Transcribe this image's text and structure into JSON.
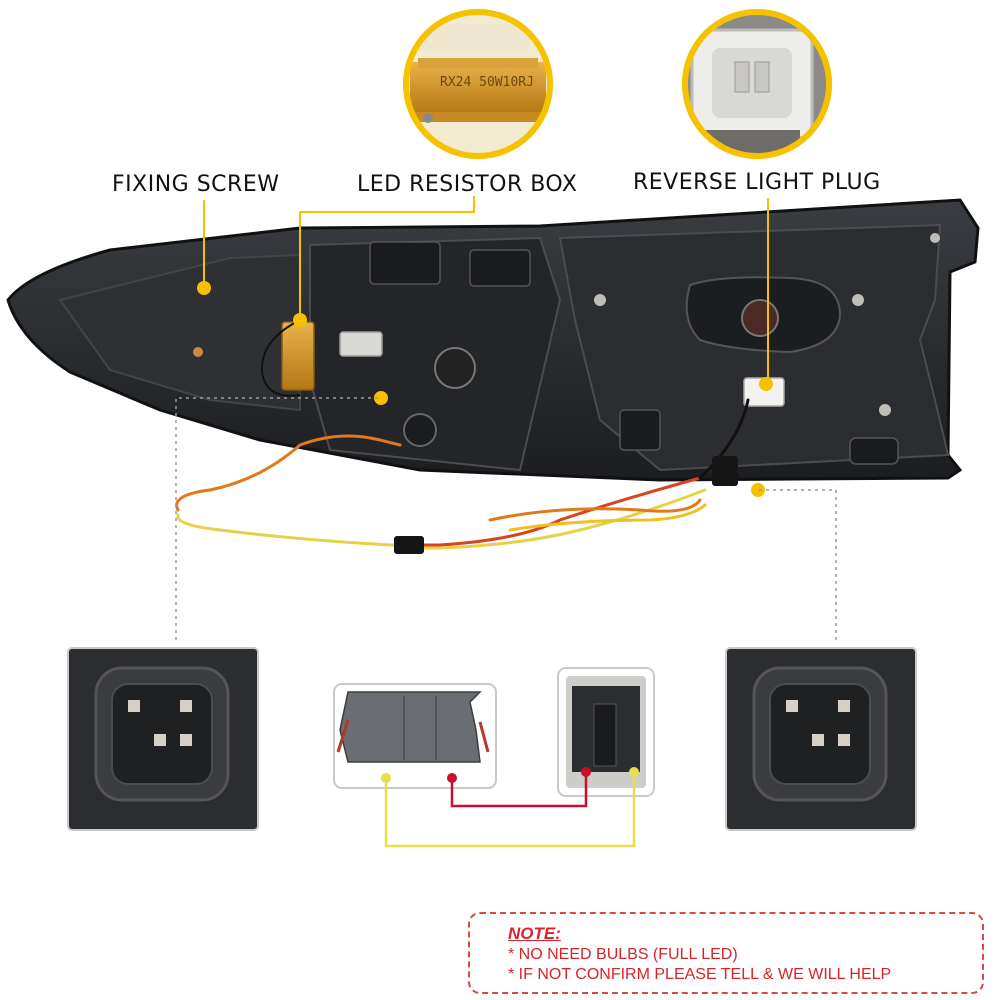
{
  "labels": {
    "fixing_screw": "FIXING SCREW",
    "led_resistor_box": "LED RESISTOR BOX",
    "reverse_light_plug": "REVERSE LIGHT PLUG"
  },
  "resistor_marking": "RX24  50W10RJ",
  "note": {
    "title": "NOTE:",
    "lines": [
      "* NO NEED BULBS (FULL LED)",
      "* IF NOT CONFIRM PLEASE TELL & WE WILL HELP"
    ]
  },
  "colors": {
    "callout_yellow": "#f6c200",
    "wire_red": "#c8102e",
    "wire_yellow": "#e6e04a",
    "note_red": "#d9232a",
    "housing_dark": "#2a2c2f"
  },
  "icons": [
    "resistor-box-photo",
    "plug-connector-photo",
    "four-pin-socket-photo",
    "two-pin-connector-photo"
  ]
}
